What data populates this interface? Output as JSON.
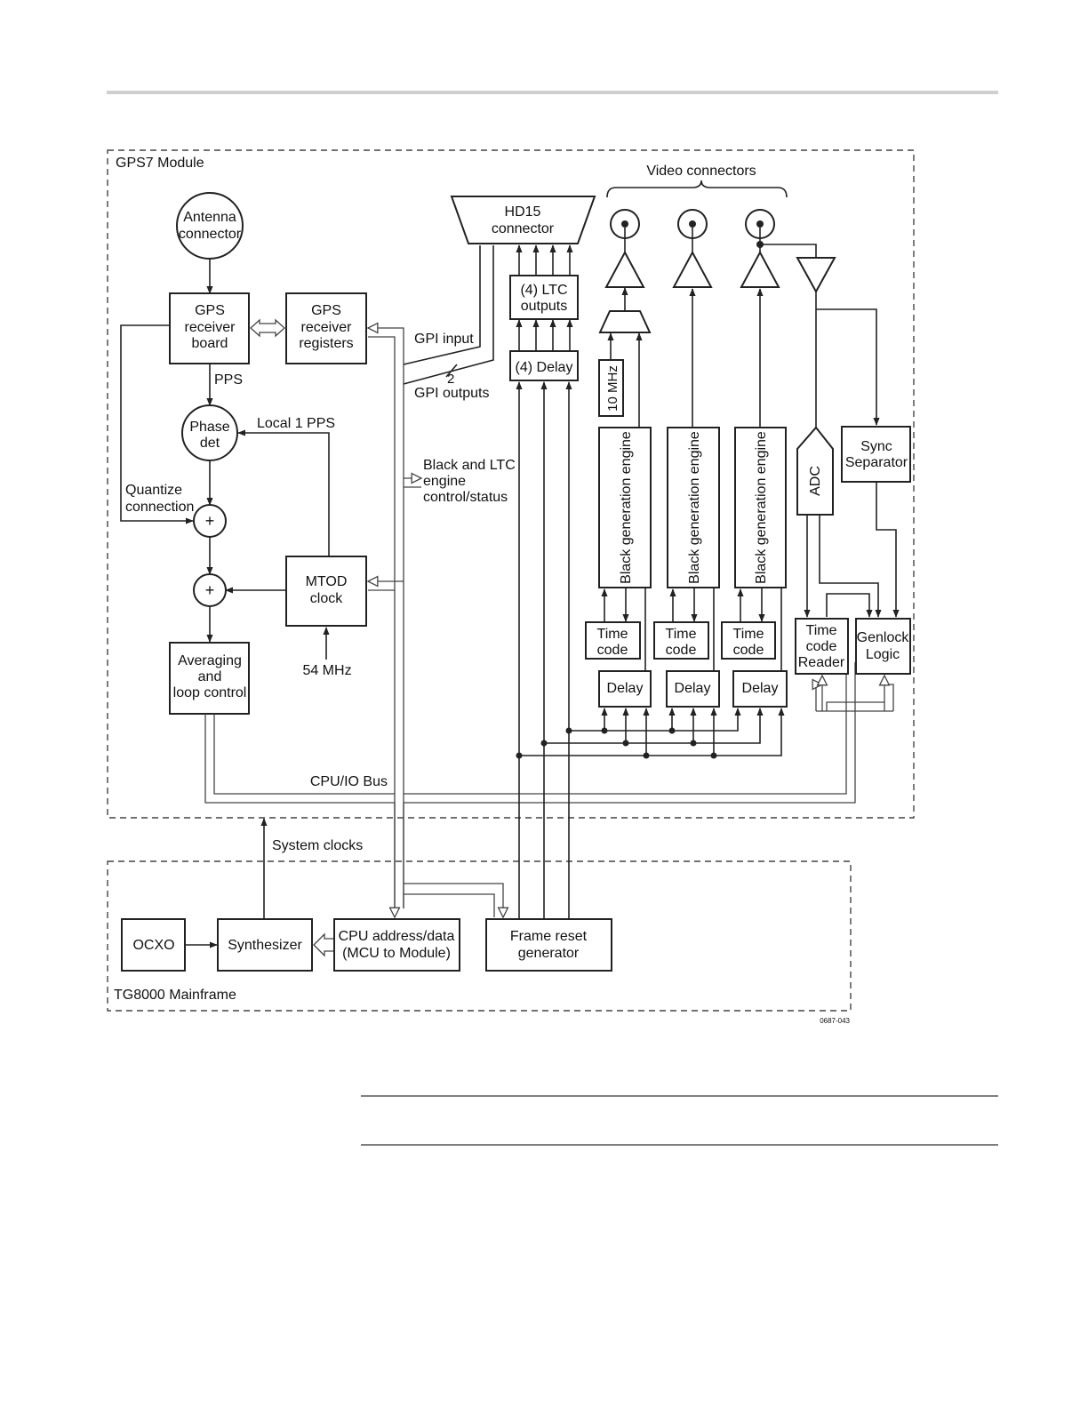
{
  "diagram": {
    "regions": {
      "gps7": "GPS7 Module",
      "mainframe": "TG8000 Mainframe"
    },
    "blocks": {
      "antenna": [
        "Antenna",
        "connector"
      ],
      "gps_board": [
        "GPS",
        "receiver",
        "board"
      ],
      "gps_regs": [
        "GPS",
        "receiver",
        "registers"
      ],
      "phase_det": [
        "Phase",
        "det"
      ],
      "sum1": "+",
      "sum2": "+",
      "mtod": [
        "MTOD",
        "clock"
      ],
      "averaging": [
        "Averaging",
        "and",
        "loop control"
      ],
      "hd15": [
        "HD15",
        "connector"
      ],
      "ltc_out": [
        "(4) LTC",
        "outputs"
      ],
      "delay4": "(4) Delay",
      "mhz10": "10 MHz",
      "bge": "Black generation engine",
      "timecode": [
        "Time",
        "code"
      ],
      "delay": "Delay",
      "adc": "ADC",
      "sync_sep": [
        "Sync",
        "Separator"
      ],
      "tc_reader": [
        "Time",
        "code",
        "Reader"
      ],
      "genlock": [
        "Genlock",
        "Logic"
      ],
      "ocxo": "OCXO",
      "synth": "Synthesizer",
      "cpu_addr": [
        "CPU address/data",
        "(MCU to Module)"
      ],
      "frame_reset": [
        "Frame reset",
        "generator"
      ]
    },
    "labels": {
      "video_connectors": "Video connectors",
      "pps": "PPS",
      "local_pps": "Local 1 PPS",
      "quantize": [
        "Quantize",
        "connection"
      ],
      "mhz54": "54 MHz",
      "gpi_input": "GPI input",
      "gpi_count": "2",
      "gpi_outputs": "GPI outputs",
      "black_ltc": [
        "Black and LTC",
        "engine",
        "control/status"
      ],
      "cpu_io_bus": "CPU/IO Bus",
      "system_clocks": "System clocks",
      "fig_id": "0687-043"
    }
  }
}
